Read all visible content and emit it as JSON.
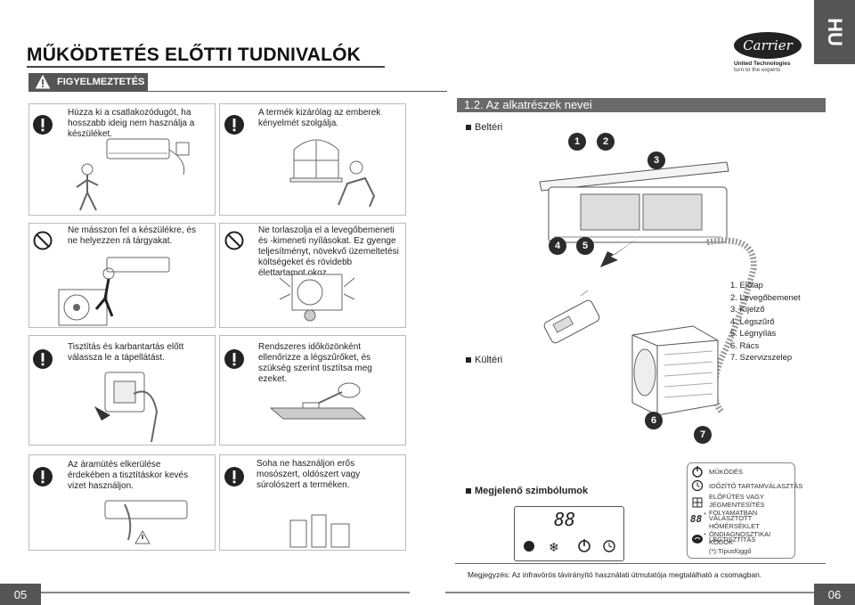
{
  "header": {
    "title": "MŰKÖDTETÉS ELŐTTI TUDNIVALÓK",
    "lang_tab": "HU",
    "brand": "Carrier",
    "brand_sub1": "United Technologies",
    "brand_sub2": "turn to the experts"
  },
  "warning": {
    "label": "FIGYELMEZTETÉS",
    "items": [
      {
        "text": "Húzza ki a csatlakozódugót, ha hosszabb ideig nem használja a készüléket.",
        "mark": "exclamation-icon"
      },
      {
        "text": "A termék kizárólag az emberek kényelmét szolgálja.",
        "mark": "exclamation-icon"
      },
      {
        "text": "Ne másszon fel a készülékre, és ne helyezzen rá tárgyakat.",
        "mark": "prohibited-icon"
      },
      {
        "text": "Ne torlaszolja el a levegőbemeneti és -kimeneti nyílásokat. Ez gyenge teljesítményt, növekvő üzemeltetési költségeket és rövidebb élettartamot okoz",
        "mark": "prohibited-icon"
      },
      {
        "text": "Tisztítás és karbantartás előtt válassza le a tápellátást.",
        "mark": "exclamation-icon"
      },
      {
        "text": "Rendszeres időközönként ellenőrizze a légszűrőket, és szükség szerint tisztítsa meg ezeket.",
        "mark": "exclamation-icon"
      },
      {
        "text": "Az áramütés elkerülése érdekében a tisztításkor kevés vizet használjon.",
        "mark": "exclamation-icon"
      },
      {
        "text": "Soha ne használjon erős mosószert, oldószert vagy súrolószert a terméken.",
        "mark": "exclamation-icon"
      }
    ]
  },
  "parts": {
    "section_title": "1.2. Az alkatrészek nevei",
    "indoor_label": "Beltéri",
    "outdoor_label": "Kültéri",
    "symbols_label": "Megjelenő szimbólumok",
    "numbers": [
      "1",
      "2",
      "3",
      "4",
      "5",
      "6",
      "7"
    ],
    "legend": [
      "1. Előlap",
      "2. Levegőbemenet",
      "3. Kijelző",
      "4. Légszűrő",
      "5. Légnyílás",
      "6. Rács",
      "7. Szervizszelep"
    ],
    "display_digits": "88",
    "symbols": [
      {
        "label": "MŰKÖDÉS"
      },
      {
        "label": "IDŐZÍTŐ TARTAMVÁLASZTÁS"
      },
      {
        "label": "ELŐFŰTÉS VAGY JÉGMENTESÍTÉS FOLYAMATBAN"
      },
      {
        "label": "VÁLASZTOTT HŐMÉRSÉKLET ÖNDIAGNOSZTIKAI KÓDOK",
        "icon_text": "88"
      },
      {
        "label": "LÉGTISZTÍTÁS"
      }
    ],
    "type_note": "(*):Típusfüggő",
    "star": "*",
    "footnote": "Megjegyzés: Az infravörös távirányító használati útmutatója megtalálható a csomagban."
  },
  "footer": {
    "page_left": "05",
    "page_right": "06"
  }
}
